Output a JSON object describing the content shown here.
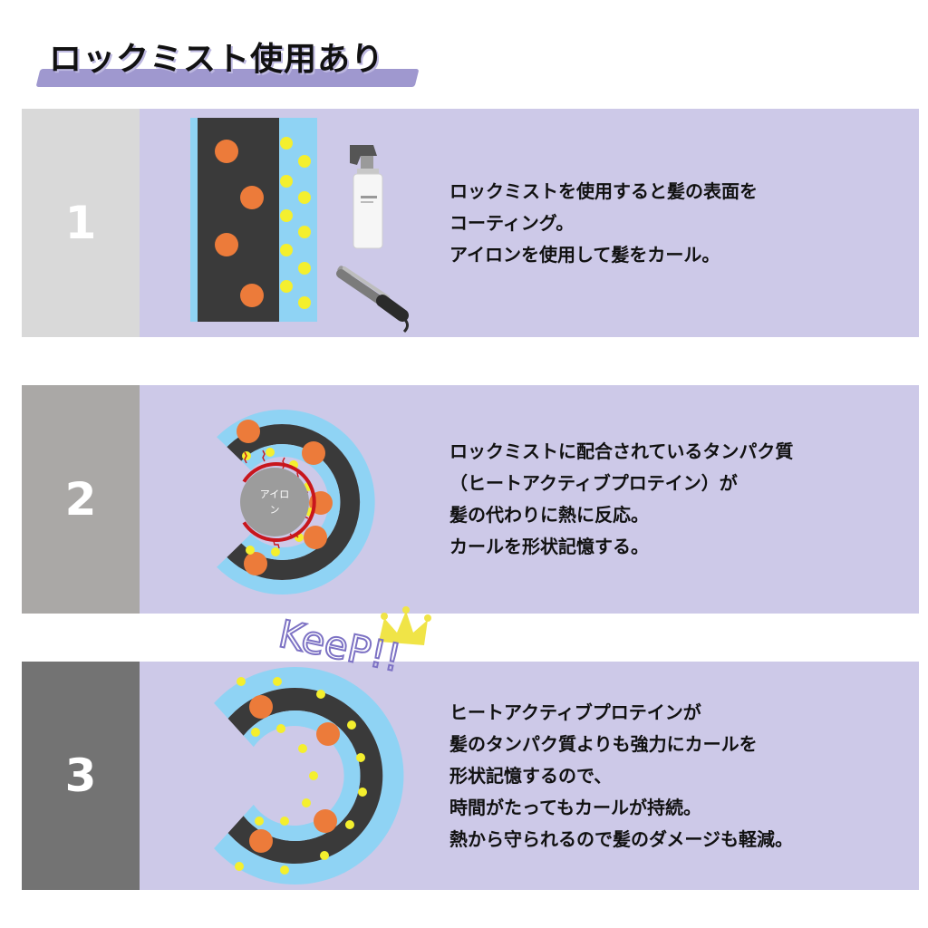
{
  "title": "ロックミスト使用あり",
  "steps": [
    {
      "number": "1",
      "lines": [
        "ロックミストを使用すると髪の表面を",
        "コーティング。",
        "アイロンを使用して髪をカール。"
      ]
    },
    {
      "number": "2",
      "iron_label_top": "アイロ",
      "iron_label_bottom": "ン",
      "lines": [
        "ロックミストに配合されているタンパク質",
        "（ヒートアクティブプロテイン）が",
        "髪の代わりに熱に反応。",
        "カールを形状記憶する。"
      ]
    },
    {
      "number": "3",
      "lines": [
        "ヒートアクティブプロテインが",
        "髪のタンパク質よりも強力にカールを",
        "形状記憶するので、",
        "時間がたってもカールが持続。",
        "熱から守られるので髪のダメージも軽減。"
      ]
    }
  ],
  "keep_text": "KeeP!!",
  "colors": {
    "number_box_1": "#d9d9d9",
    "number_box_2": "#aaa8a6",
    "number_box_3": "#737373",
    "panel": "#cdc9e8",
    "hair": "#3a3a3a",
    "coating": "#8fd3f4",
    "protein": "#f4ef2e",
    "dot": "#ec7b3a",
    "heat": "#c8161d",
    "accent": "#9f98cf",
    "crown": "#f0e447"
  }
}
